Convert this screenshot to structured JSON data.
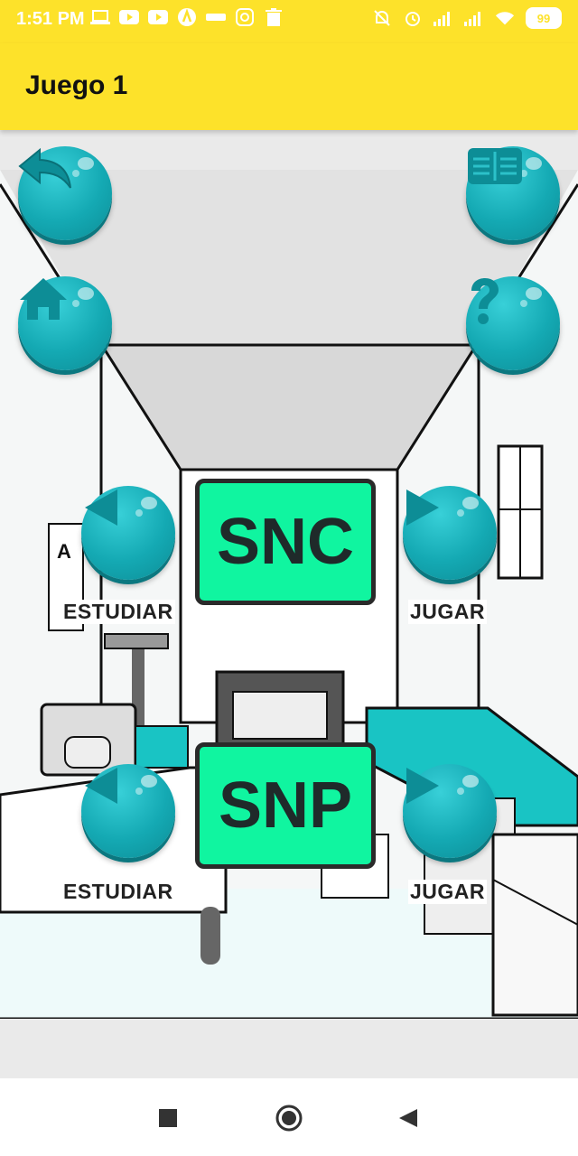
{
  "status_bar": {
    "time": "1:51 PM",
    "left_icons": [
      "laptop-icon",
      "youtube-icon",
      "youtube-icon",
      "arrow-app-icon",
      "office365-icon",
      "instagram-icon",
      "trash-icon"
    ],
    "right_icons": [
      "bell-off-icon",
      "alarm-icon",
      "signal-icon",
      "signal-icon",
      "wifi-icon"
    ],
    "battery": "99"
  },
  "app_bar": {
    "title": "Juego 1"
  },
  "controls": {
    "back_icon": "back-arrow-icon",
    "book_icon": "book-icon",
    "home_icon": "home-icon",
    "help_icon": "question-icon"
  },
  "sections": [
    {
      "name": "SNC",
      "study_label": "ESTUDIAR",
      "play_label": "JUGAR"
    },
    {
      "name": "SNP",
      "study_label": "ESTUDIAR",
      "play_label": "JUGAR"
    }
  ],
  "colors": {
    "app_bar": "#fde22a",
    "button_teal": "#14a9b3",
    "tile_green": "#10f5a0",
    "room_teal": "#19c4c4"
  },
  "nav_bar": [
    "square-icon",
    "circle-icon",
    "triangle-back-icon"
  ]
}
